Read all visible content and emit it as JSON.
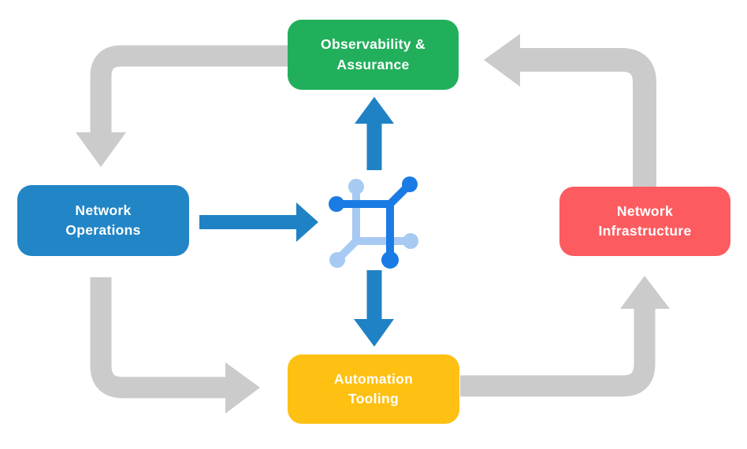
{
  "colors": {
    "background": "#ffffff",
    "observability_green": "#22AF5C",
    "operations_blue": "#2185C6",
    "infrastructure_red": "#FC5B5F",
    "automation_yellow": "#FDC013",
    "flow_arrow_gray": "#CBCBCB",
    "data_arrow_blue": "#1F82C4",
    "icon_dark_blue": "#1B7BE4",
    "icon_light_blue": "#A7CAF2",
    "label_text": "#ffffff"
  },
  "nodes": {
    "observability": {
      "label": "Observability &\nAssurance"
    },
    "operations": {
      "label": "Network\nOperations"
    },
    "infrastructure": {
      "label": "Network\nInfrastructure"
    },
    "automation": {
      "label": "Automation\nTooling"
    }
  },
  "icon": {
    "name": "network-automation-icon"
  },
  "edges": [
    {
      "from": "observability",
      "to": "operations",
      "style": "gray-elbow"
    },
    {
      "from": "operations",
      "to": "automation",
      "style": "gray-elbow"
    },
    {
      "from": "automation",
      "to": "infrastructure",
      "style": "gray-elbow"
    },
    {
      "from": "infrastructure",
      "to": "observability",
      "style": "gray-elbow"
    },
    {
      "from": "operations",
      "to": "center-icon",
      "style": "blue-straight"
    },
    {
      "from": "center-icon",
      "to": "observability",
      "style": "blue-straight"
    },
    {
      "from": "center-icon",
      "to": "automation",
      "style": "blue-straight"
    }
  ]
}
